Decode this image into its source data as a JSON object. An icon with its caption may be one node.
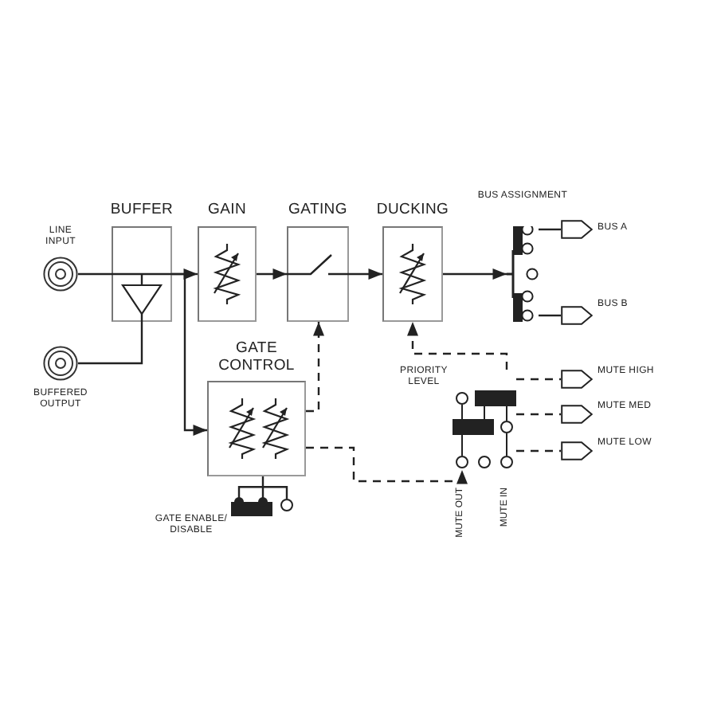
{
  "diagram": {
    "nodes": [
      {
        "text": [
          "LINE INPUT"
        ]
      },
      {
        "text": [
          "BUFFER"
        ]
      },
      {
        "text": [
          "BUFFERED OUTPUT"
        ]
      },
      {
        "text": [
          "GAIN"
        ]
      },
      {
        "text": [
          "GATING"
        ]
      },
      {
        "text": [
          "DUCKING"
        ]
      },
      {
        "text": [
          "GATE CONTROL"
        ]
      },
      {
        "text": [
          "BUS ASSIGNMENT"
        ]
      },
      {
        "text": [
          "BUS A"
        ]
      },
      {
        "text": [
          "BUS B"
        ]
      },
      {
        "text": [
          "PRIORITY LEVEL",
          "MUTE OUT",
          "MUTE IN"
        ]
      },
      {
        "text": [
          "MUTE HIGH"
        ]
      },
      {
        "text": [
          "MUTE MED"
        ]
      },
      {
        "text": [
          "MUTE LOW"
        ]
      },
      {
        "text": [
          "GATE ENABLE/ DISABLE"
        ]
      }
    ],
    "edges": [
      {
        "from": 0,
        "to": 1,
        "arrow": "none"
      },
      {
        "from": 1,
        "to": 3,
        "arrow": "to"
      },
      {
        "from": 1,
        "to": 2,
        "arrow": "none"
      },
      {
        "from": 1,
        "to": 6,
        "arrow": "to"
      },
      {
        "from": 3,
        "to": 4,
        "arrow": "to"
      },
      {
        "from": 4,
        "to": 5,
        "arrow": "to"
      },
      {
        "from": 5,
        "to": 7,
        "arrow": "to"
      },
      {
        "from": 7,
        "to": 8,
        "arrow": "none"
      },
      {
        "from": 7,
        "to": 9,
        "arrow": "none"
      },
      {
        "from": 6,
        "to": 4,
        "arrow": "to",
        "style": "dashed"
      },
      {
        "from": 6,
        "to": 10,
        "arrow": "to",
        "style": "dashed"
      },
      {
        "from": 10,
        "to": 5,
        "arrow": "to",
        "style": "dashed"
      },
      {
        "from": 10,
        "to": 11,
        "arrow": "none",
        "style": "dashed"
      },
      {
        "from": 10,
        "to": 12,
        "arrow": "none",
        "style": "dashed"
      },
      {
        "from": 10,
        "to": 13,
        "arrow": "none",
        "style": "dashed"
      },
      {
        "from": 6,
        "to": 14,
        "arrow": "none"
      }
    ]
  }
}
